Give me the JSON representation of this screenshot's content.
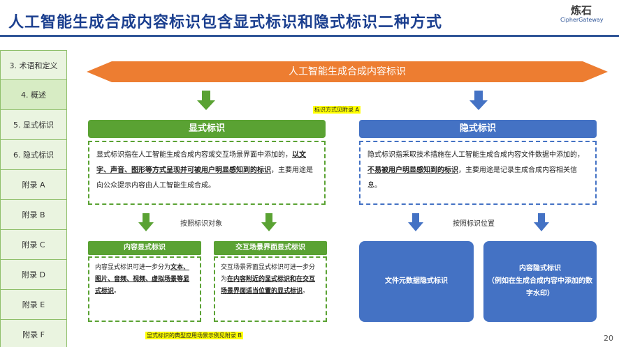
{
  "header": {
    "title": "人工智能生成合成内容标识包含显式标识和隐式标识二种方式"
  },
  "logo": {
    "name": "炼石",
    "sub": "CipherGateway"
  },
  "sidebar": {
    "items": [
      {
        "label": "3. 术语和定义"
      },
      {
        "label": "4. 概述"
      },
      {
        "label": "5. 显式标识"
      },
      {
        "label": "6. 隐式标识"
      },
      {
        "label": "附录 A"
      },
      {
        "label": "附录 B"
      },
      {
        "label": "附录 C"
      },
      {
        "label": "附录 D"
      },
      {
        "label": "附录 E"
      },
      {
        "label": "附录 F"
      }
    ]
  },
  "banner": {
    "text": "人工智能生成合成内容标识"
  },
  "note_top": "标识方式见附录 A",
  "note_bottom": "显式标识的典型应用场景示例见附录 B",
  "explicit": {
    "title": "显式标识",
    "desc_pre": "显式标识指在人工智能生成合成内容或交互场景界面中添加的，",
    "desc_bold": "以文字、声音、图形等方式呈现并可被用户明显感知到的标识",
    "desc_post": "，主要用途是向公众提示内容由人工智能生成合成。",
    "mid_label": "按照标识对象",
    "content": {
      "title": "内容显式标识",
      "pre": "内容显式标识可进一步分为",
      "bold": "文本、图片、音频、视频、虚拟场景等显式标识",
      "post": "。"
    },
    "interaction": {
      "title": "交互场景界面显式标识",
      "pre": "交互场景界面显式标识可进一步分为",
      "bold": "在内容附近的显式标识和在交互场景界面适当位置的显式标识",
      "post": "。"
    }
  },
  "implicit": {
    "title": "隐式标识",
    "desc_pre": "隐式标识指采取技术措施在人工智能生成合成内容文件数据中添加的，",
    "desc_bold": "不易被用户明显感知到的标识",
    "desc_post": "，主要用途是记录生成合成内容相关信息。",
    "mid_label": "按照标识位置",
    "file_meta": {
      "title": "文件元数据隐式标识"
    },
    "content": {
      "title": "内容隐式标识",
      "example": "（例如在生成合成内容中添加的数字水印）"
    }
  },
  "page_number": "20",
  "colors": {
    "green": "#5aa233",
    "blue": "#4472c4",
    "orange": "#ed7d31",
    "title_blue": "#1b3f8f"
  }
}
